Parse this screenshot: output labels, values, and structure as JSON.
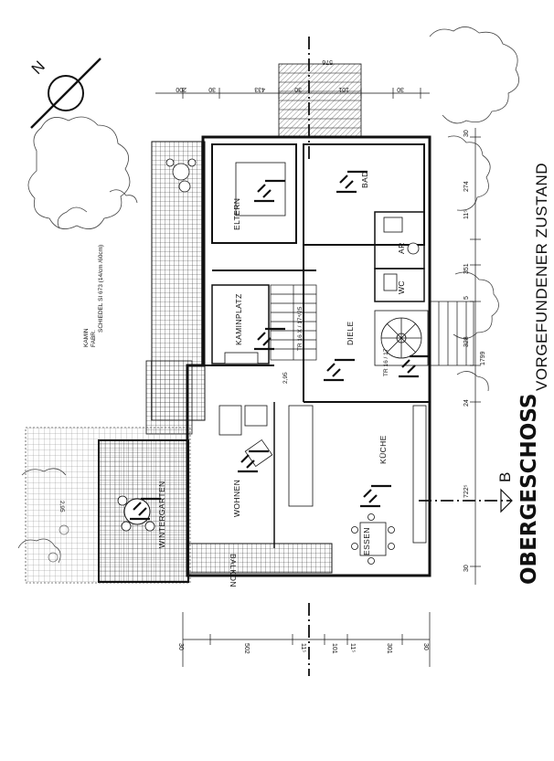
{
  "drawing": {
    "title": "OBERGESCHOSS",
    "subtitle": "VORGEFUNDENER ZUSTAND",
    "section_marker": "B",
    "north_label": "N"
  },
  "rooms": {
    "eltern": "ELTERN",
    "bad": "BAD",
    "ar": "AR",
    "wc": "WC",
    "diele": "DIELE",
    "kaminplatz": "KAMINPLATZ",
    "kueche": "KÜCHE",
    "essen": "ESSEN",
    "wohnen": "WOHNEN",
    "wintergarten": "WINTERGARTEN",
    "balkon": "BALKON"
  },
  "annotations": {
    "kamin": "KAMIN",
    "fabr": "FABR.",
    "kamin_spec": "SCHIEDEL  SI 673  (14/cm /60cm)",
    "stair_main": "TR 16 X / 17⁴/25",
    "stair_lower": "TR 16 / 17",
    "level": "2,95",
    "level_right": "2,95"
  },
  "dimensions": {
    "top": [
      "200",
      "30",
      "433",
      "30",
      "101",
      "30"
    ],
    "top_stair": "576",
    "right": [
      "30",
      "274",
      "11⁵",
      "351",
      "5",
      "328",
      "24",
      "722⁵",
      "30"
    ],
    "right_total": "1799",
    "bottom": [
      "30",
      "502",
      "11⁵",
      "101",
      "11⁵",
      "301",
      "30"
    ]
  }
}
